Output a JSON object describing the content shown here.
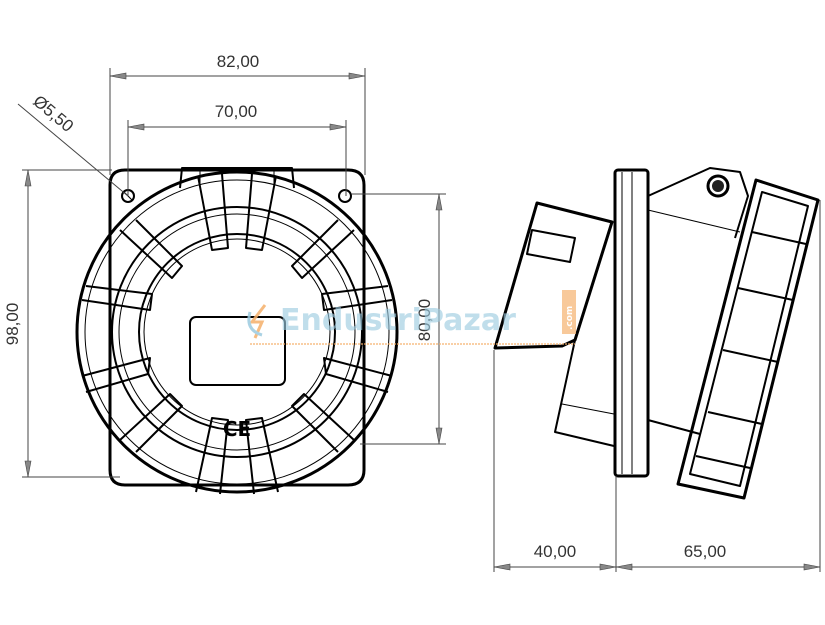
{
  "drawing": {
    "type": "technical-dimension-drawing",
    "subject": "panel mounted industrial socket, front and side view",
    "units": "mm"
  },
  "front_view": {
    "dimensions": {
      "overall_width": "82,00",
      "hole_spacing_horizontal": "70,00",
      "overall_height": "98,00",
      "hole_spacing_vertical": "80,00",
      "hole_diameter": "Ø5,50"
    },
    "marking": "CE"
  },
  "side_view": {
    "dimensions": {
      "rear_depth": "40,00",
      "front_depth": "65,00"
    }
  },
  "watermark": {
    "text": "EndustriPazar",
    "suffix": ".com",
    "text_color": "#9ccbe0",
    "accent_color": "#f5b06a"
  },
  "colors": {
    "line": "#000000",
    "dimension": "#444444",
    "background": "#ffffff"
  }
}
